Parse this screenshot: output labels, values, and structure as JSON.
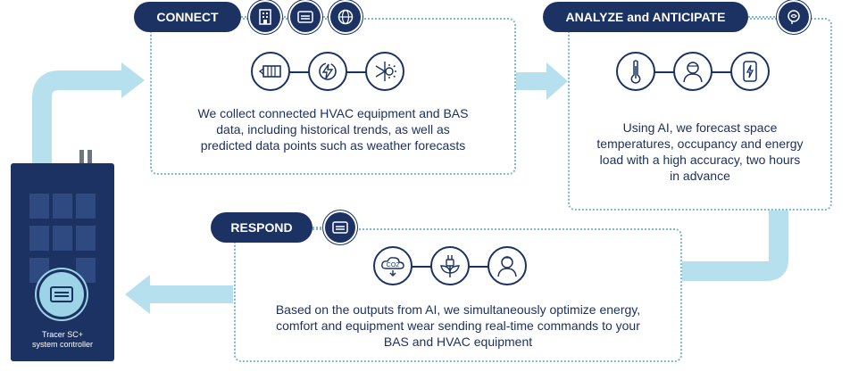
{
  "steps": {
    "connect": {
      "label": "CONNECT",
      "description_lines": [
        "We collect connected HVAC equipment and BAS",
        "data, including historical trends, as well as",
        "predicted data points such as weather forecasts"
      ]
    },
    "analyze": {
      "label": "ANALYZE and ANTICIPATE",
      "description_lines": [
        "Using AI, we forecast space",
        "temperatures, occupancy and energy",
        "load with a high accuracy, two hours",
        "in advance"
      ]
    },
    "respond": {
      "label": "RESPOND",
      "description_lines": [
        "Based on the outputs from AI, we simultaneously optimize energy,",
        "comfort and equipment wear sending real-time commands to your",
        "BAS and HVAC equipment"
      ]
    }
  },
  "controller": {
    "label_lines": [
      "Tracer SC+",
      "system controller"
    ]
  },
  "icons": {
    "connect_badges": [
      "building-icon",
      "controller-icon",
      "globe-icon"
    ],
    "connect_steps": [
      "hvac-unit-icon",
      "energy-icon",
      "weather-icon"
    ],
    "analyze_badge": "brain-icon",
    "analyze_steps": [
      "thermometer-icon",
      "person-icon",
      "energy-load-icon"
    ],
    "respond_badge": "controller-icon",
    "respond_steps": [
      "co2-icon",
      "plant-plug-icon",
      "person-comfort-icon"
    ]
  },
  "colors": {
    "navy": "#1b3263",
    "light_blue": "#9cd3e6",
    "dotted_border": "#7fb6cf"
  }
}
